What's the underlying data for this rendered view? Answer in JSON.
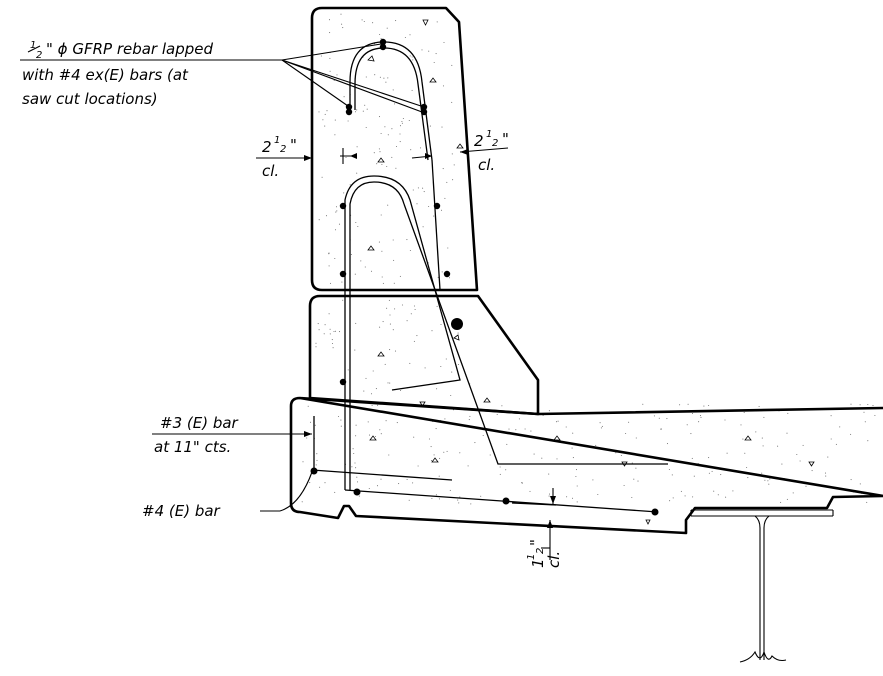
{
  "drawing": {
    "callouts": {
      "gfrp_line1_a": "1",
      "gfrp_line1_b": "2",
      "gfrp_line1_c": "\" ϕ GFRP rebar lapped",
      "gfrp_line2": "with #4 ex(E) bars (at",
      "gfrp_line3": "saw cut locations)",
      "bar3_line1": "#3 (E) bar",
      "bar3_line2": "at 11\" cts.",
      "bar4": "#4 (E) bar"
    },
    "dimensions": {
      "left_clear_whole": "2",
      "left_clear_num": "1",
      "left_clear_den": "2",
      "left_clear_unit": "\"",
      "left_clear_cl": "cl.",
      "right_clear_whole": "2",
      "right_clear_num": "1",
      "right_clear_den": "2",
      "right_clear_unit": "\"",
      "right_clear_cl": "cl.",
      "bottom_clear_whole": "1",
      "bottom_clear_num": "1",
      "bottom_clear_den": "2",
      "bottom_clear_unit": "\"",
      "bottom_clear_cl": "cl."
    }
  }
}
